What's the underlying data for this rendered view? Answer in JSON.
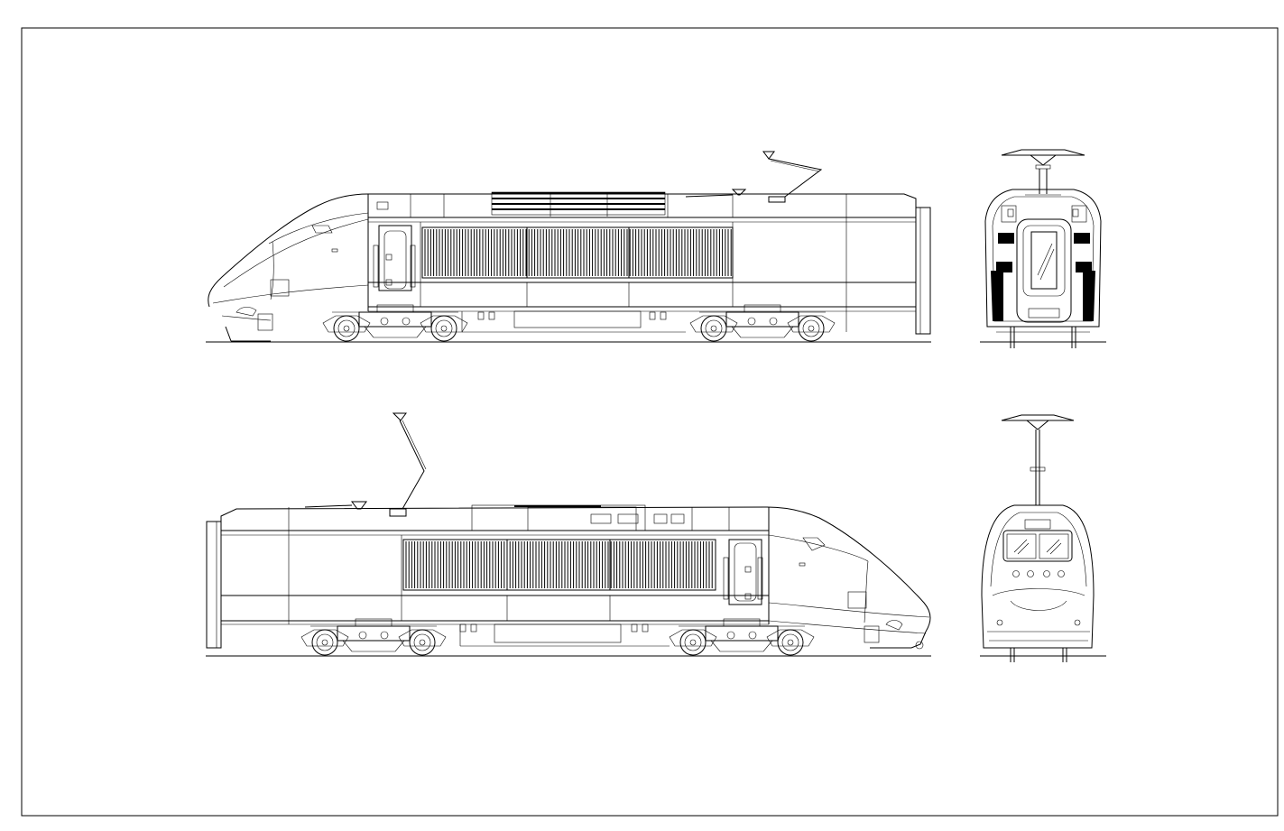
{
  "drawing": {
    "views": [
      {
        "view": "side-elevation-upper"
      },
      {
        "view": "front-elevation-upper"
      },
      {
        "view": "side-elevation-lower"
      },
      {
        "view": "front-elevation-lower"
      }
    ]
  }
}
